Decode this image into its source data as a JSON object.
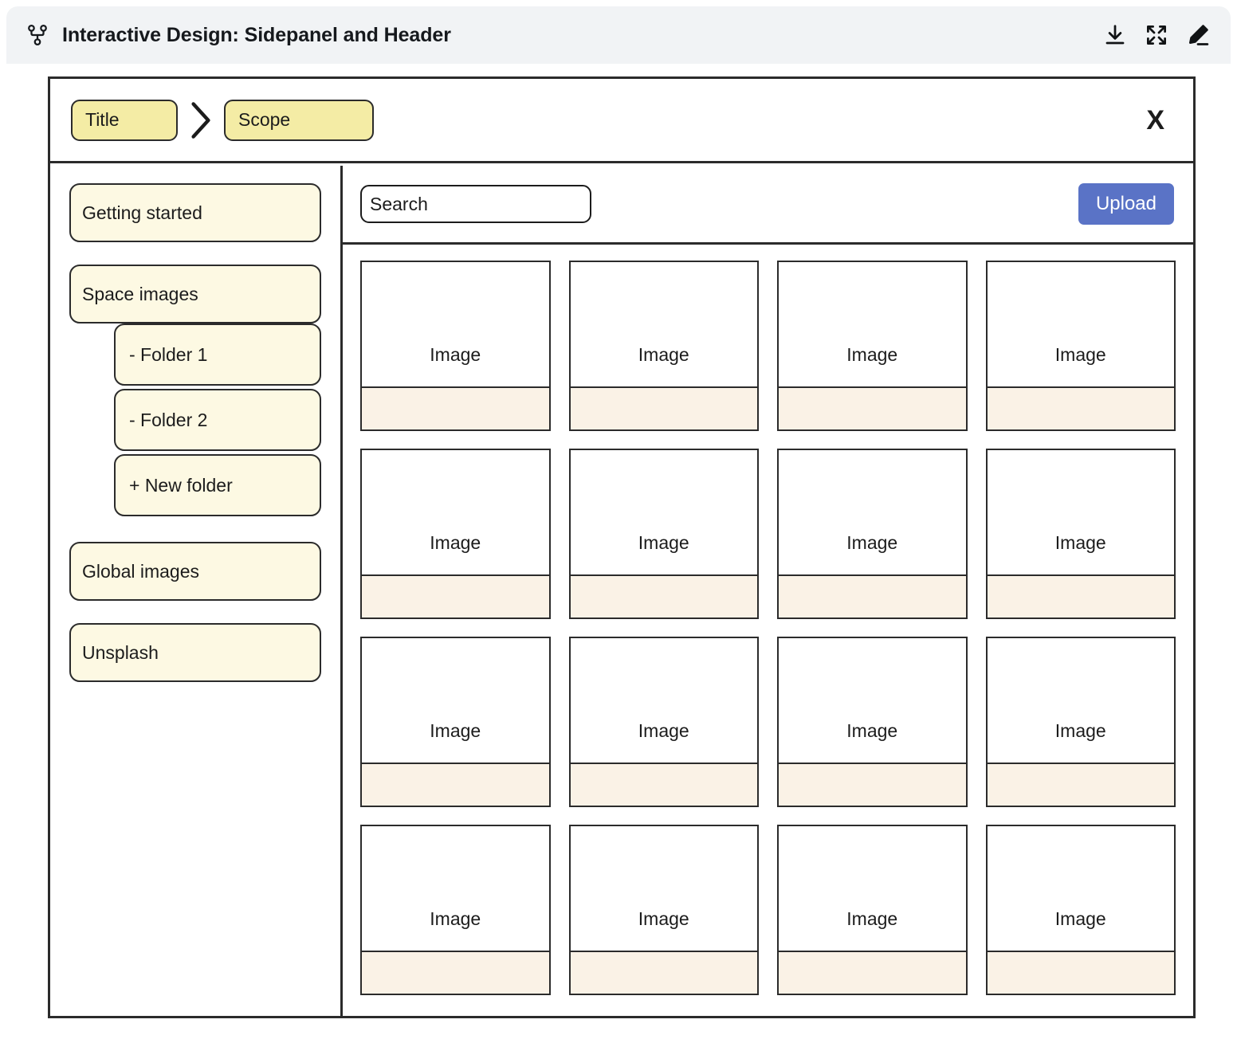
{
  "titlebar": {
    "icon": "git-branch-icon",
    "title": "Interactive Design: Sidepanel and Header",
    "actions": [
      {
        "name": "download-icon",
        "label": "Download"
      },
      {
        "name": "fullscreen-icon",
        "label": "Fullscreen"
      },
      {
        "name": "edit-icon",
        "label": "Edit"
      }
    ]
  },
  "breadcrumb": {
    "items": [
      {
        "label": "Title"
      },
      {
        "label": "Scope"
      }
    ],
    "separator": "chevron-right-icon",
    "close_label": "X"
  },
  "sidebar": {
    "items": [
      {
        "label": "Getting started",
        "level": 0
      },
      {
        "label": "Space images",
        "level": 0
      },
      {
        "label": "- Folder 1",
        "level": 1
      },
      {
        "label": "- Folder 2",
        "level": 1
      },
      {
        "label": "+ New folder",
        "level": 1
      },
      {
        "label": "Global images",
        "level": 0
      },
      {
        "label": "Unsplash",
        "level": 0
      }
    ]
  },
  "toolbar": {
    "search_placeholder": "Search",
    "search_value": "",
    "upload_label": "Upload"
  },
  "gallery": {
    "columns": 4,
    "rows": 4,
    "item_label": "Image",
    "items": [
      {
        "label": "Image"
      },
      {
        "label": "Image"
      },
      {
        "label": "Image"
      },
      {
        "label": "Image"
      },
      {
        "label": "Image"
      },
      {
        "label": "Image"
      },
      {
        "label": "Image"
      },
      {
        "label": "Image"
      },
      {
        "label": "Image"
      },
      {
        "label": "Image"
      },
      {
        "label": "Image"
      },
      {
        "label": "Image"
      },
      {
        "label": "Image"
      },
      {
        "label": "Image"
      },
      {
        "label": "Image"
      },
      {
        "label": "Image"
      }
    ]
  },
  "colors": {
    "titlebar_bg": "#f1f3f5",
    "stroke": "#2b2b2b",
    "breadcrumb_chip": "#f4eca5",
    "sidebar_chip": "#fdf9e3",
    "card_caption": "#faf2e6",
    "upload_accent": "#5a73c6"
  }
}
